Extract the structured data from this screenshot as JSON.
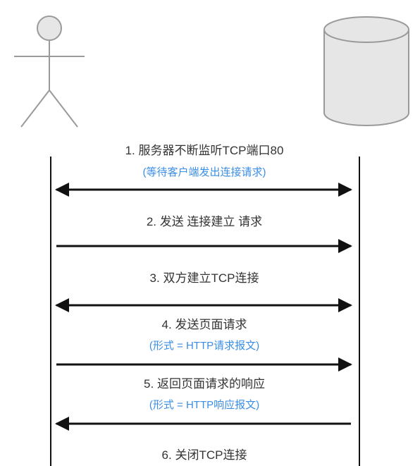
{
  "participants": {
    "client": {
      "icon": "actor-stick-figure-icon"
    },
    "server": {
      "icon": "database-cylinder-icon"
    }
  },
  "colors": {
    "line": "#111111",
    "note": "#3a8ee6",
    "label": "#333333",
    "shape_stroke": "#9a9a9a",
    "shape_fill": "#e6e6e6"
  },
  "messages": [
    {
      "label": "1. 服务器不断监听TCP端口80",
      "note": "(等待客户端发出连接请求)",
      "direction": "both"
    },
    {
      "label": "2. 发送 连接建立 请求",
      "note": "",
      "direction": "right"
    },
    {
      "label": "3. 双方建立TCP连接",
      "note": "",
      "direction": "both"
    },
    {
      "label": "4. 发送页面请求",
      "note": "(形式 = HTTP请求报文)",
      "direction": "right"
    },
    {
      "label": "5. 返回页面请求的响应",
      "note": "(形式 = HTTP响应报文)",
      "direction": "left"
    },
    {
      "label": "6. 关闭TCP连接",
      "note": "",
      "direction": "none"
    }
  ]
}
